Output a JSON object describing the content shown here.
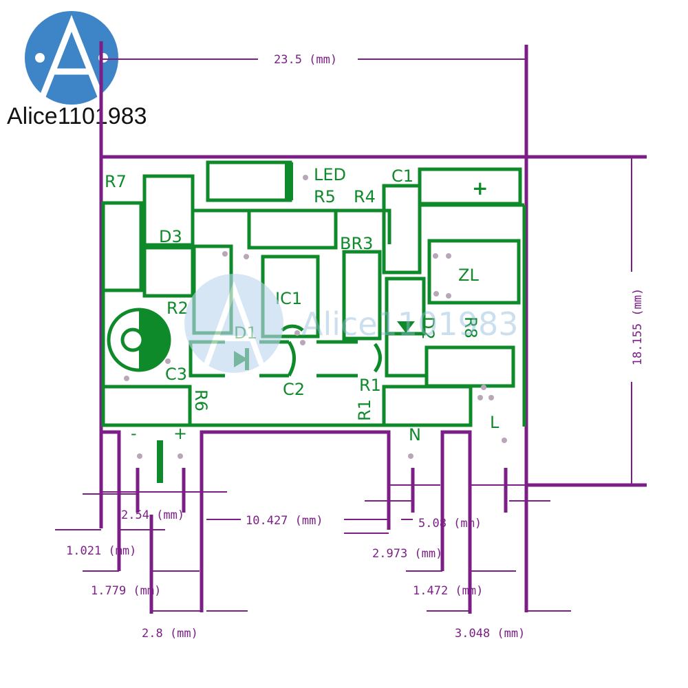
{
  "logo": {
    "text": "Alice1101983",
    "color": "#3d85c6"
  },
  "watermark": {
    "text": "Alice1101983"
  },
  "colors": {
    "trace": "#0f8a2a",
    "dimension": "#7b1f86",
    "pad": "#b9a6b6"
  },
  "components": {
    "led": "LED",
    "c1": "C1",
    "r7": "R7",
    "r5": "R5",
    "r4": "R4",
    "d3": "D3",
    "br3": "BR3",
    "zl": "ZL",
    "ic1": "IC1",
    "r2": "R2",
    "d2": "D2",
    "r8": "R8",
    "d1": "D1",
    "c3": "C3",
    "c2": "C2",
    "r1_top": "R1",
    "r1_side": "R1",
    "r6": "R6",
    "n": "N",
    "l": "L",
    "plus_c1": "+",
    "minus_out": "-",
    "plus_out": "+"
  },
  "dimensions": {
    "width_total": "23.5 (mm)",
    "height_total": "18.155 (mm)",
    "pitch_out": "2.54 (mm)",
    "gap_middle": "10.427 (mm)",
    "pitch_in": "5.08 (mm)",
    "left_offset": "1.021 (mm)",
    "gap_n": "2.973 (mm)",
    "pin_a": "1.779 (mm)",
    "pin_b": "1.472 (mm)",
    "width_out": "2.8 (mm)",
    "width_in": "3.048 (mm)"
  }
}
